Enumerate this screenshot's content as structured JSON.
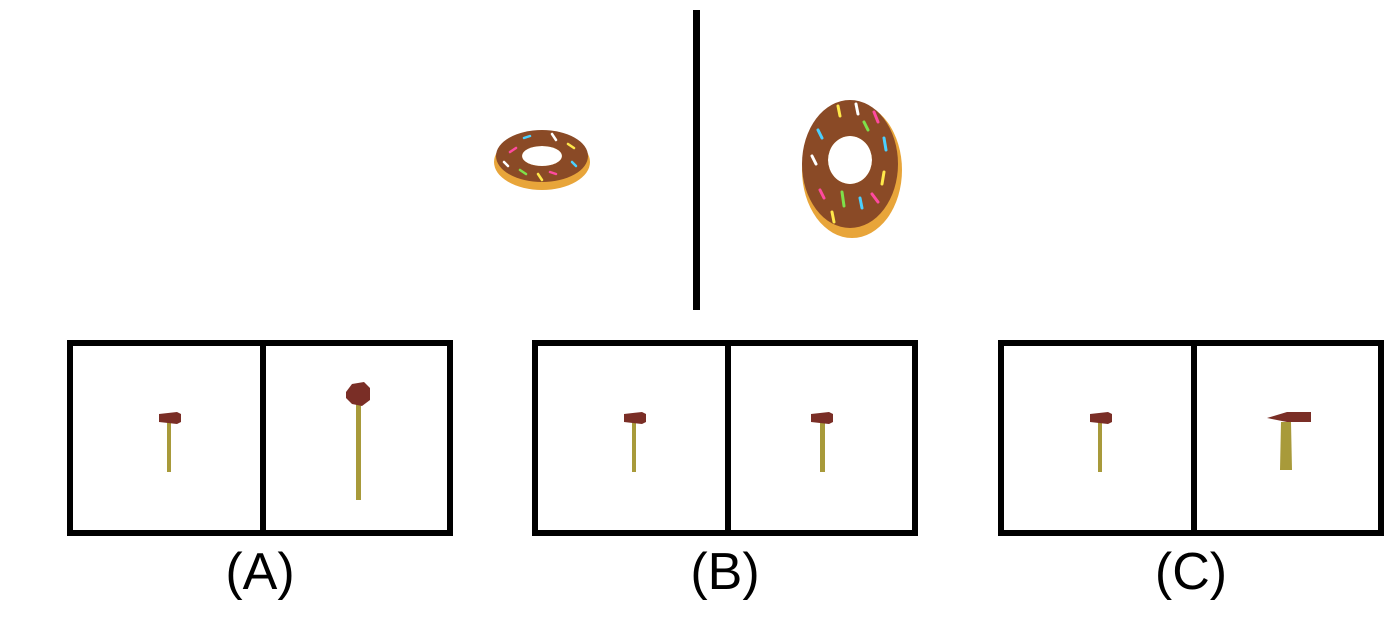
{
  "question": {
    "reference": {
      "left_object": "donut-icon",
      "right_object": "donut-icon"
    }
  },
  "options": [
    {
      "label": "(A)",
      "left_object": "hammer-icon",
      "right_object": "hammer-icon"
    },
    {
      "label": "(B)",
      "left_object": "hammer-icon",
      "right_object": "hammer-icon"
    },
    {
      "label": "(C)",
      "left_object": "hammer-icon",
      "right_object": "hammer-icon"
    }
  ],
  "colors": {
    "donut_dough": "#E8A53A",
    "donut_glaze": "#8A4A26",
    "hammer_head": "#7A2E26",
    "hammer_handle": "#A89A3A",
    "frame": "#000000"
  }
}
